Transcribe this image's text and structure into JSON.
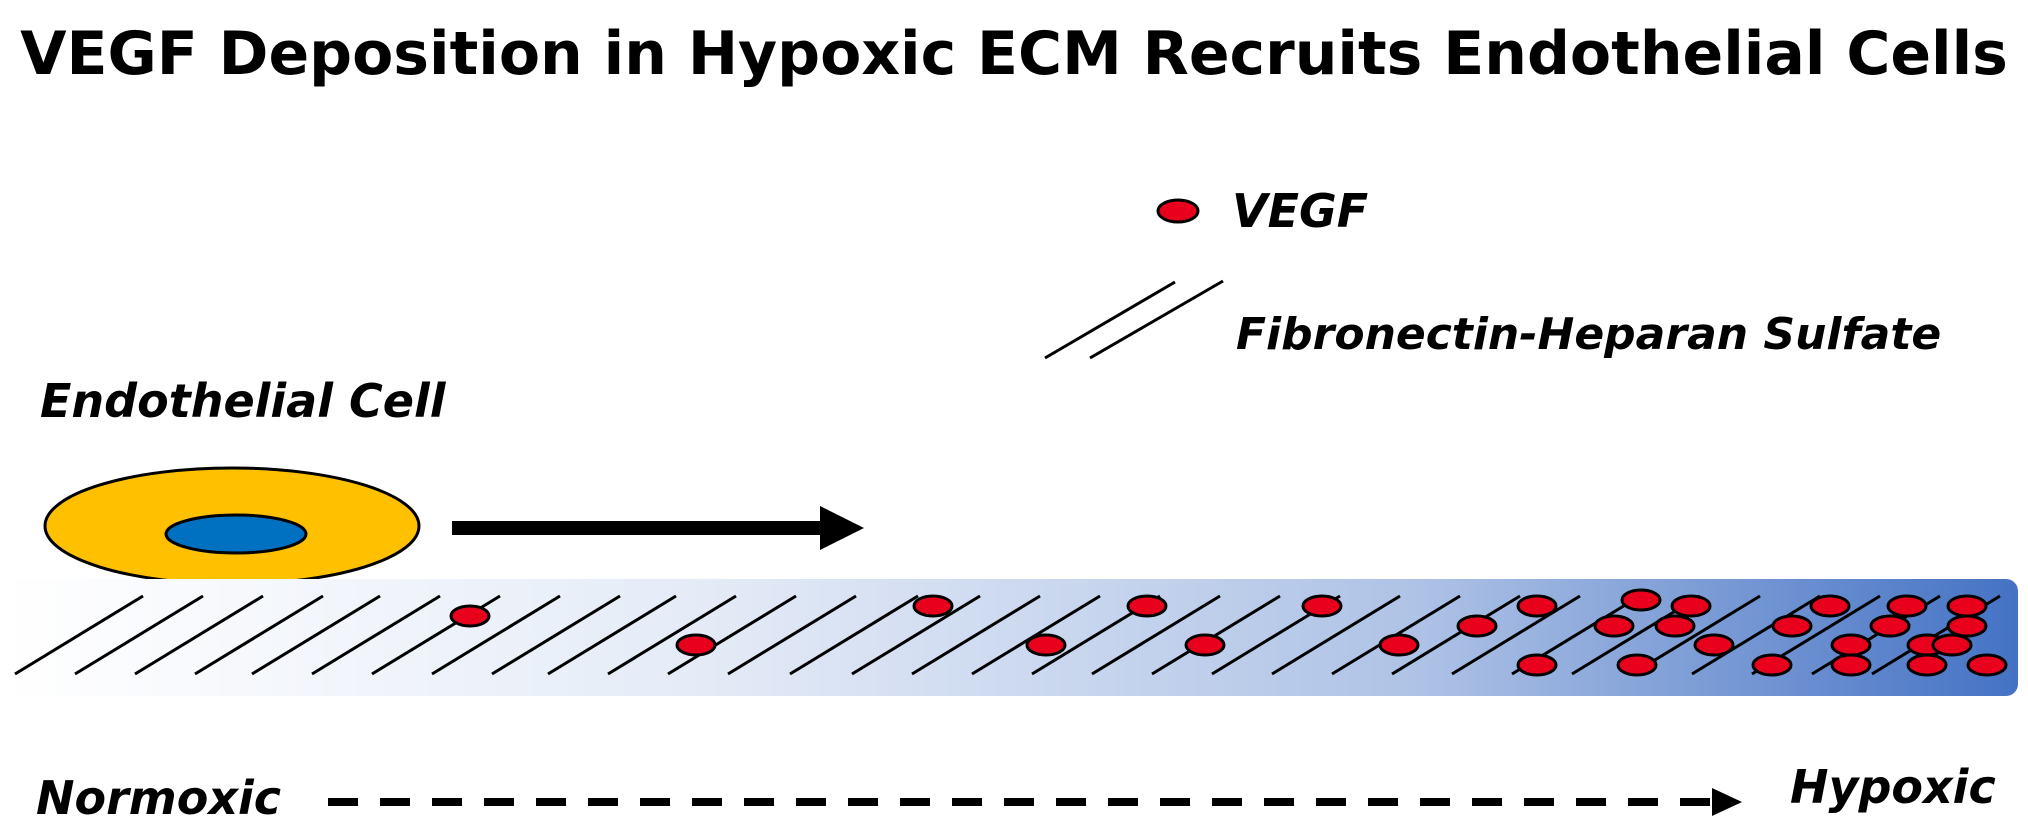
{
  "title": "VEGF Deposition in Hypoxic ECM Recruits Endothelial Cells",
  "legend": {
    "vegf_label": "VEGF",
    "fiber_label": "Fibronectin-Heparan Sulfate"
  },
  "cell_label": "Endothelial Cell",
  "gradient": {
    "left_label": "Normoxic",
    "right_label": "Hypoxic"
  },
  "colors": {
    "cell_body": "#FFC000",
    "cell_nucleus": "#0070C0",
    "vegf": "#E8001C",
    "ecm_normoxic": "#FFFFFF",
    "ecm_hypoxic": "#4472C4",
    "ink": "#000000"
  }
}
